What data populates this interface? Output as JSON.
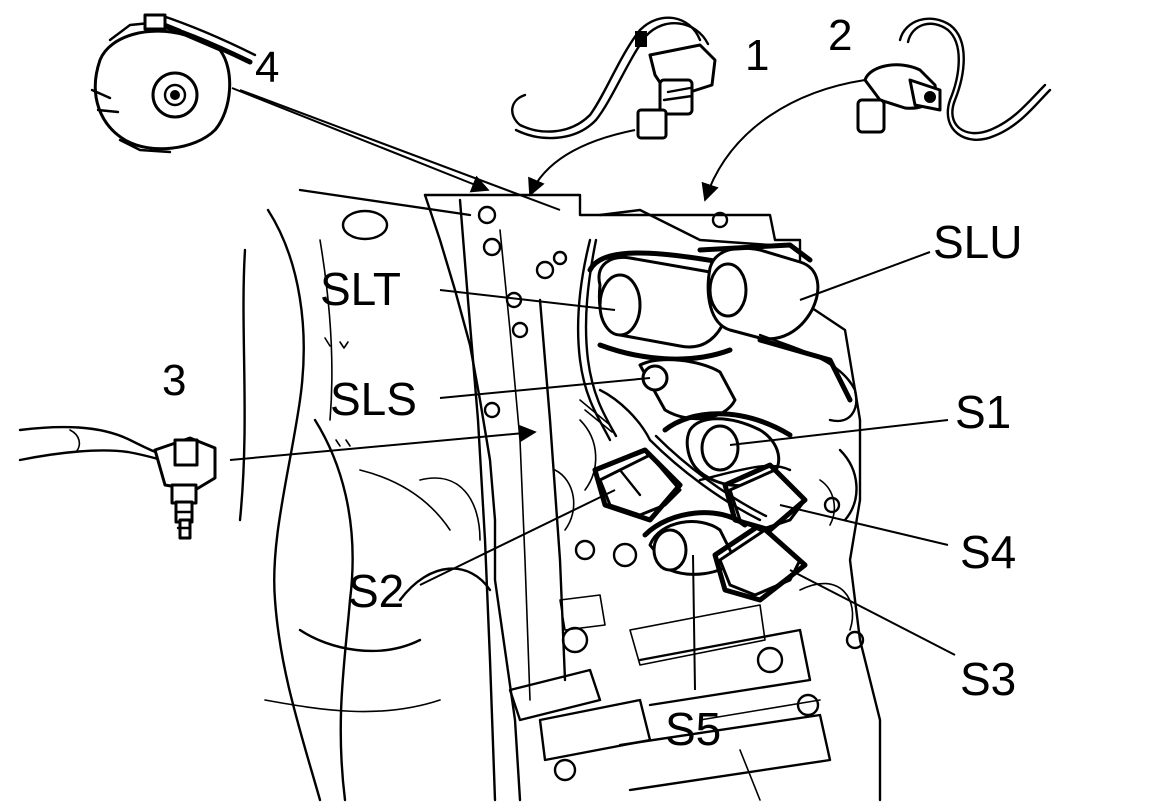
{
  "labels": {
    "n1": "1",
    "n2": "2",
    "n3": "3",
    "n4": "4",
    "slt": "SLT",
    "slu": "SLU",
    "sls": "SLS",
    "s1": "S1",
    "s2": "S2",
    "s3": "S3",
    "s4": "S4",
    "s5": "S5"
  },
  "colors": {
    "ink": "#000000",
    "paper": "#ffffff"
  }
}
